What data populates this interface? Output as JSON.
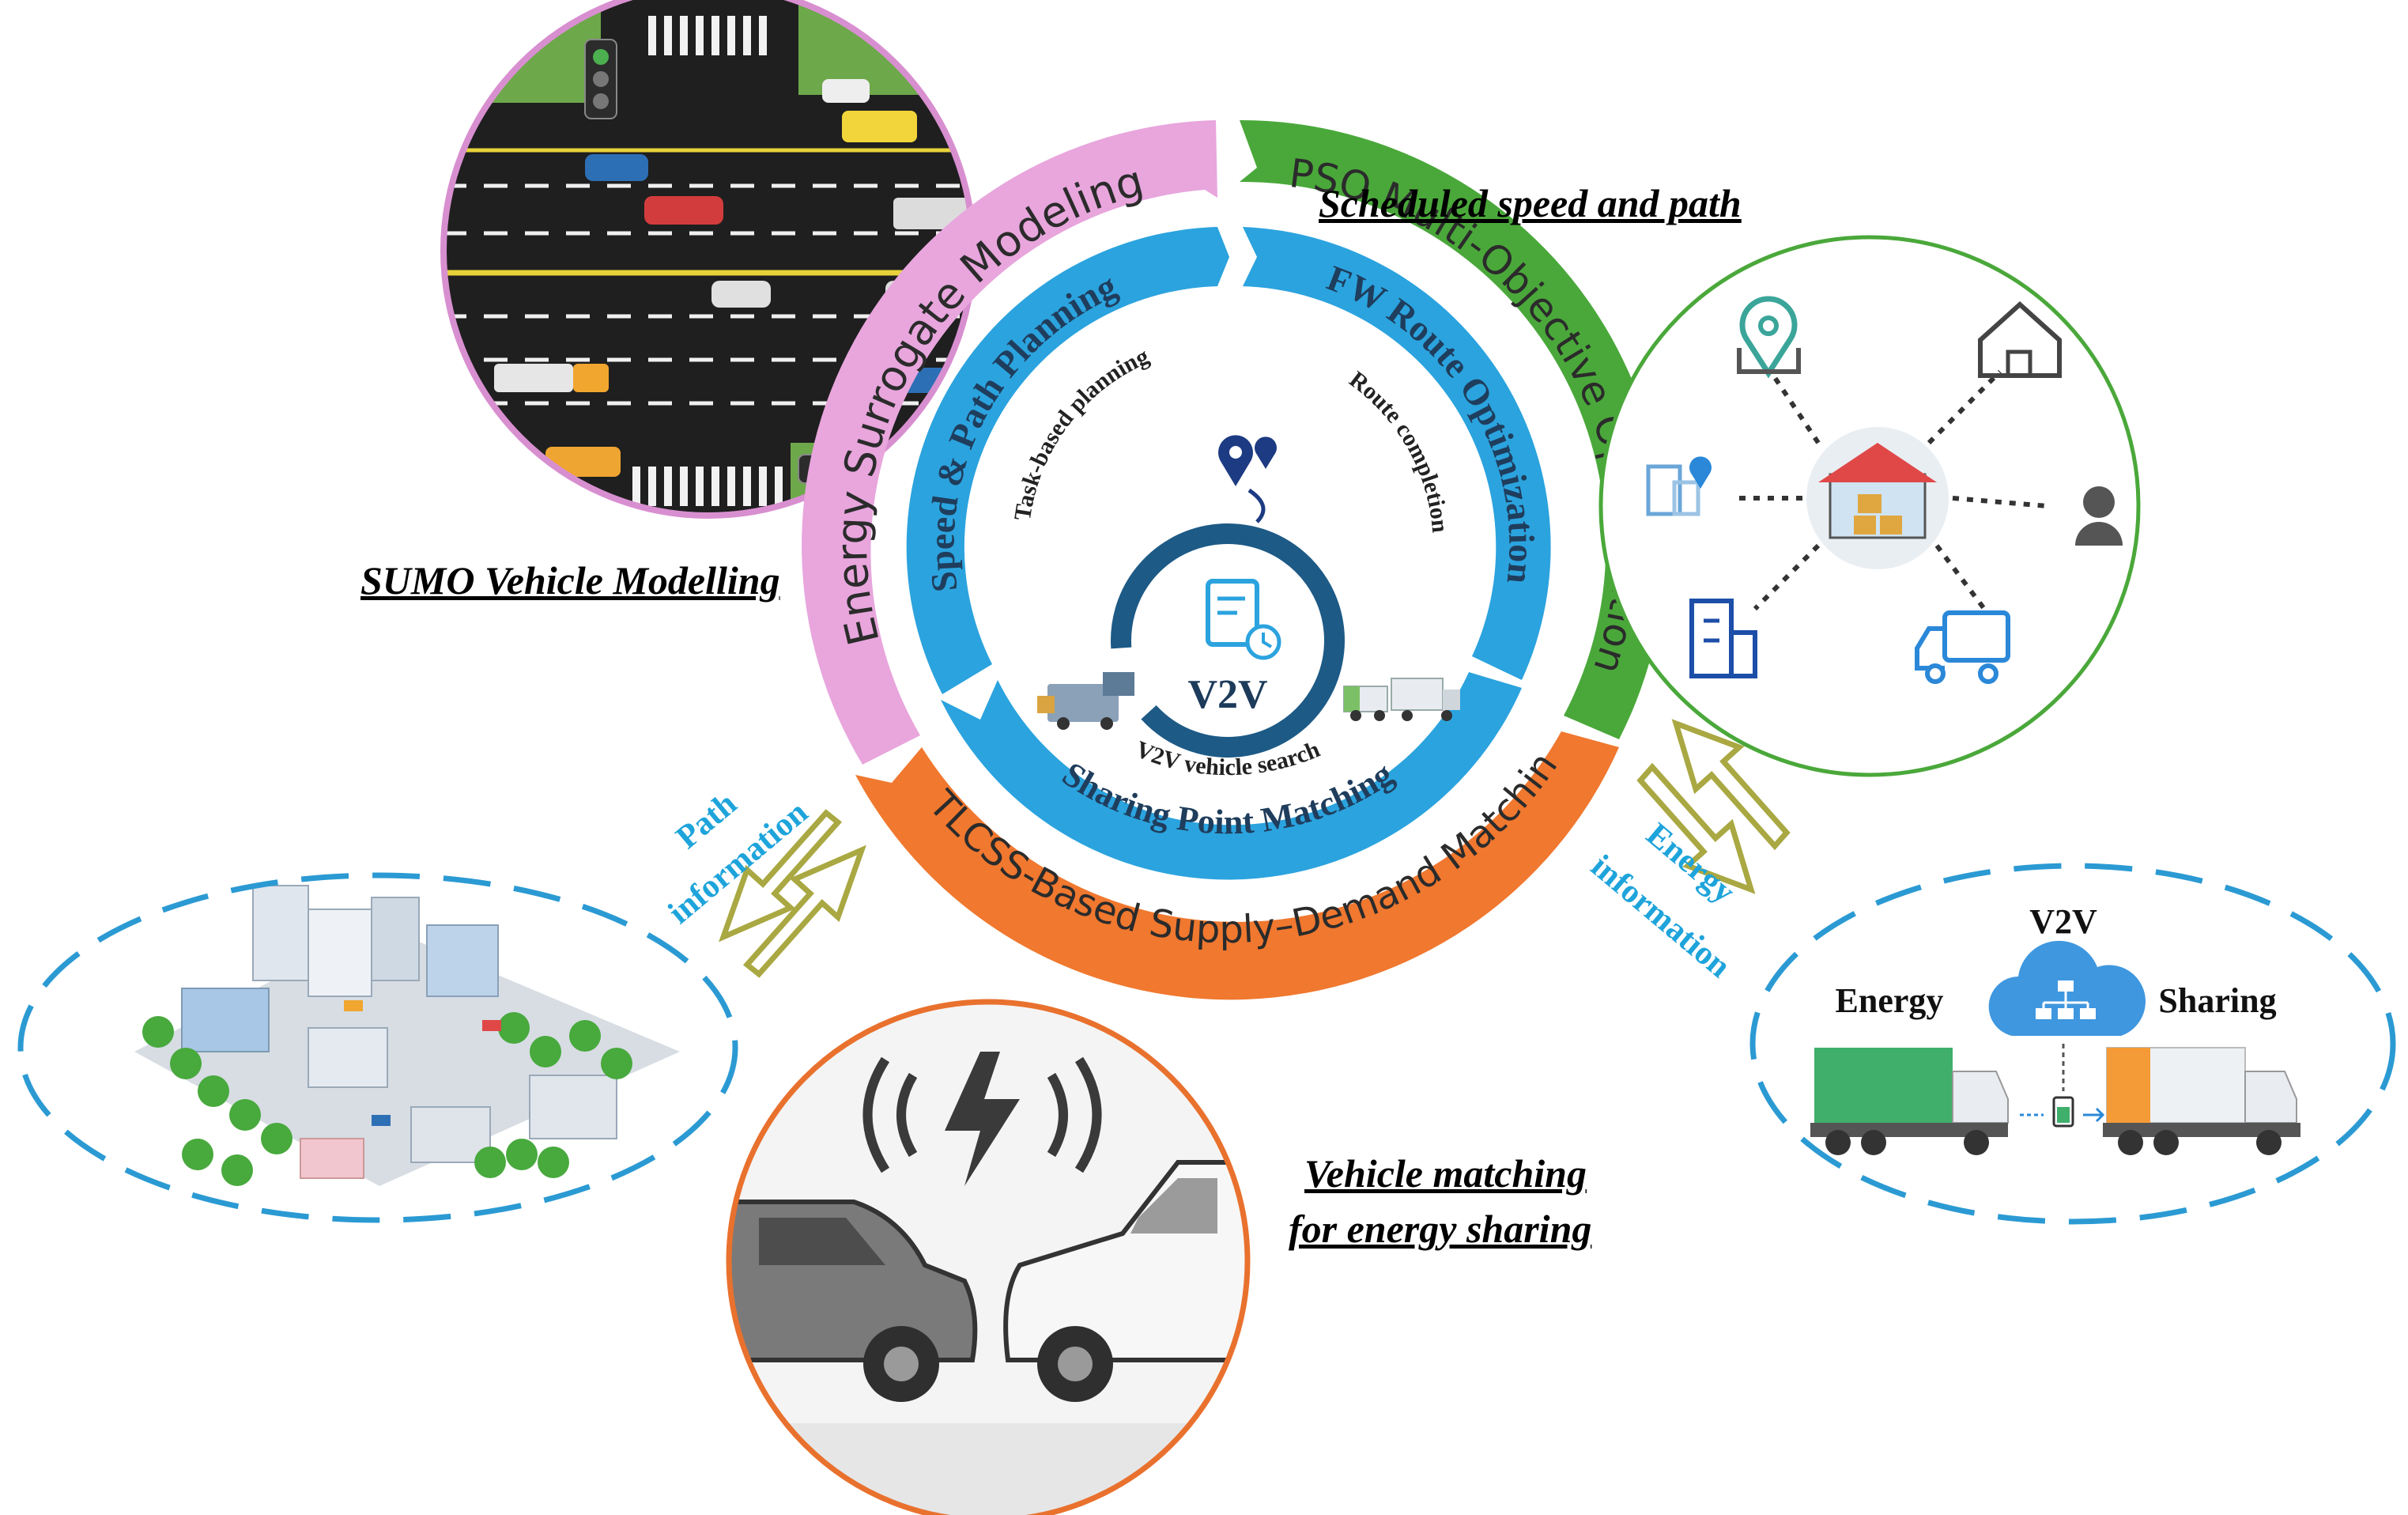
{
  "captions": {
    "sumo": "SUMO Vehicle Modelling",
    "scheduled": "Scheduled speed and path",
    "matching_line1": "Vehicle matching ",
    "matching_line2": "for energy sharing"
  },
  "flows": {
    "path": [
      "Path",
      "information"
    ],
    "energy": [
      "Energy",
      "information"
    ]
  },
  "rings": {
    "outer": {
      "energy_surrogate": "Energy Surrogate Modeling",
      "pso": "PSO Multi-Objective Optimization",
      "stlcss": "STLCSS-Based Supply–Demand Matching"
    },
    "middle": {
      "speed_path": "Speed & Path Planning",
      "fw_route": "FW Route Optimization",
      "sharing_point": "Sharing Point Matching"
    },
    "inner": {
      "task": "Task-based planning",
      "route": "Route completion",
      "v2v_search": "V2V vehicle search"
    },
    "center": "V2V"
  },
  "v2v_sharing": {
    "title": "V2V",
    "energy": "Energy",
    "sharing": "Sharing"
  },
  "colors": {
    "pink": "#e8a6dd",
    "green": "#4aa83a",
    "orange": "#f0782f",
    "blue": "#2ba3de",
    "navy": "#1d5a86",
    "olive": "#a9a842",
    "caption_blue": "#1ea4db"
  },
  "icons": [
    "traffic-intersection-image",
    "location-pin-icon",
    "house-icon",
    "warehouse-icon",
    "city-location-icon",
    "person-icon",
    "office-building-icon",
    "delivery-truck-icon",
    "isometric-city-image",
    "wireless-charging-icon",
    "cloud-network-icon",
    "battery-icon"
  ]
}
